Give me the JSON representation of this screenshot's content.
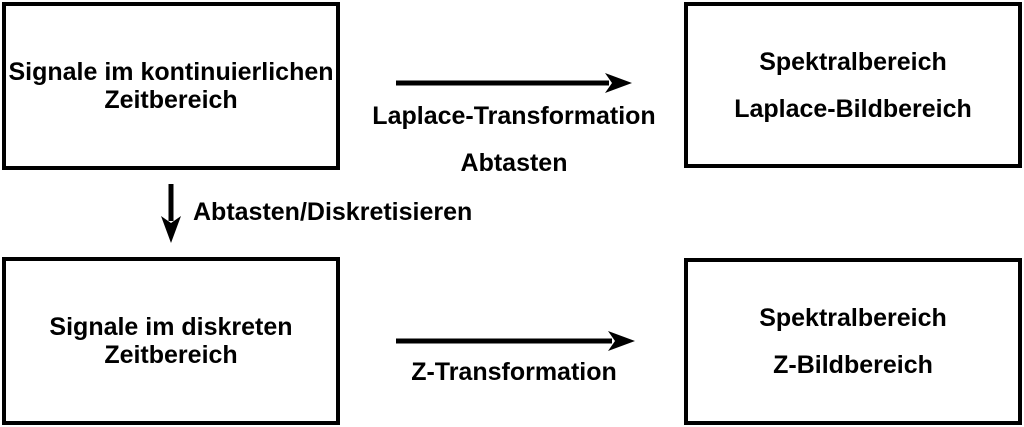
{
  "colors": {
    "ink": "#000000",
    "background": "#ffffff"
  },
  "boxes": {
    "continuous_time": {
      "lines": [
        "Signale im kontinuierlichen",
        "Zeitbereich"
      ]
    },
    "laplace_domain": {
      "lines": [
        "Spektralbereich",
        "Laplace-Bildbereich"
      ]
    },
    "discrete_time": {
      "lines": [
        "Signale im diskreten",
        "Zeitbereich"
      ]
    },
    "z_domain": {
      "lines": [
        "Spektralbereich",
        "Z-Bildbereich"
      ]
    }
  },
  "arrows": {
    "laplace": {
      "labels": [
        "Laplace-Transformation",
        "Abtasten"
      ],
      "direction": "right",
      "from": "continuous_time",
      "to": "laplace_domain"
    },
    "sampling": {
      "label": "Abtasten/Diskretisieren",
      "direction": "down",
      "from": "continuous_time",
      "to": "discrete_time"
    },
    "z": {
      "label": "Z-Transformation",
      "direction": "right",
      "from": "discrete_time",
      "to": "z_domain"
    }
  }
}
